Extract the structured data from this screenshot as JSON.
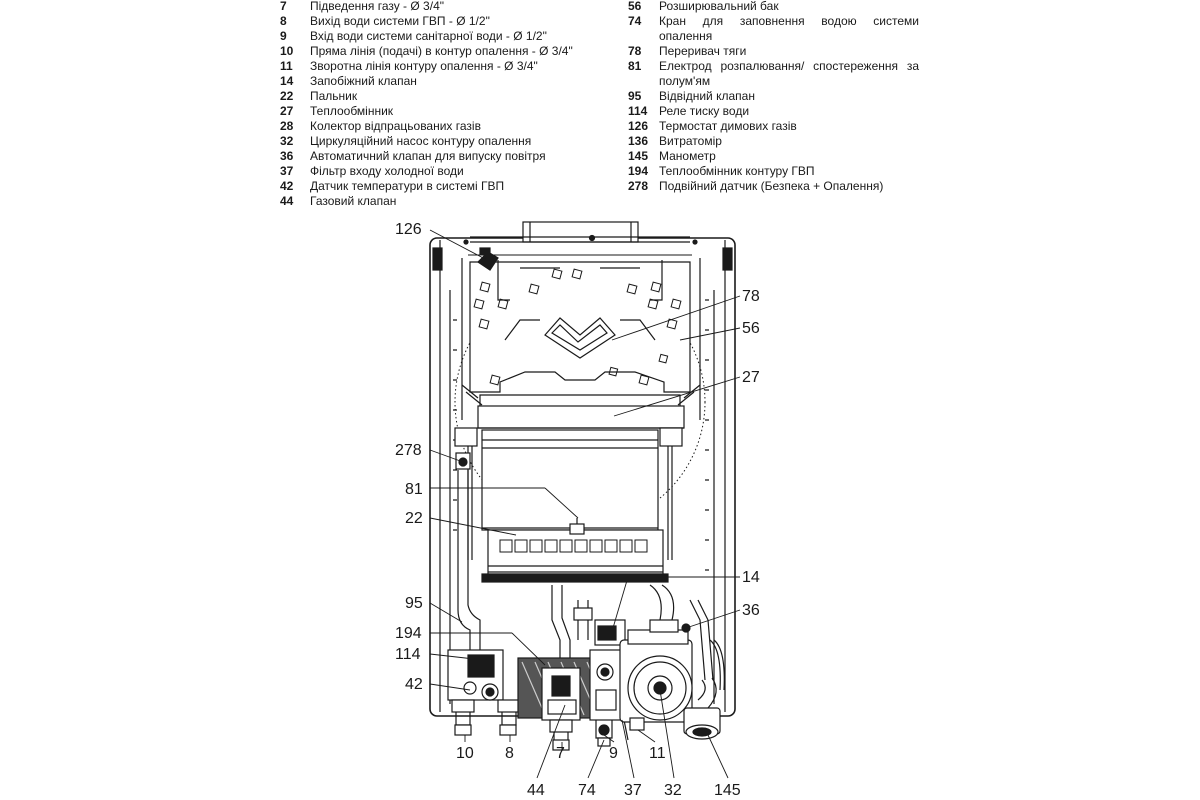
{
  "legend_left": [
    {
      "num": "7",
      "text": "Підведення газу - Ø 3/4\""
    },
    {
      "num": "8",
      "text": "Вихід води системи ГВП - Ø 1/2\""
    },
    {
      "num": "9",
      "text": "Вхід води системи санітарної води - Ø 1/2\""
    },
    {
      "num": "10",
      "text": "Пряма лінія (подачі) в контур опалення - Ø 3/4\""
    },
    {
      "num": "11",
      "text": "Зворотна лінія контуру опалення - Ø 3/4\""
    },
    {
      "num": "14",
      "text": "Запобіжний клапан"
    },
    {
      "num": "22",
      "text": "Пальник"
    },
    {
      "num": "27",
      "text": "Теплообмінник"
    },
    {
      "num": "28",
      "text": "Колектор відпрацьованих газів"
    },
    {
      "num": "32",
      "text": "Циркуляційний насос контуру опалення"
    },
    {
      "num": "36",
      "text": "Автоматичний клапан для випуску повітря"
    },
    {
      "num": "37",
      "text": "Фільтр входу холодної води"
    },
    {
      "num": "42",
      "text": "Датчик температури в системі ГВП"
    },
    {
      "num": "44",
      "text": "Газовий клапан"
    }
  ],
  "legend_right": [
    {
      "num": "56",
      "text": "Розширювальний бак"
    },
    {
      "num": "74",
      "text": "Кран для заповнення водою системи опалення"
    },
    {
      "num": "78",
      "text": "Переривач тяги"
    },
    {
      "num": "81",
      "text": "Електрод розпалювання/ спостереження за полум'ям"
    },
    {
      "num": "95",
      "text": "Відвідний клапан"
    },
    {
      "num": "114",
      "text": "Реле тиску води"
    },
    {
      "num": "126",
      "text": "Термостат димових газів"
    },
    {
      "num": "136",
      "text": "Витратомір"
    },
    {
      "num": "145",
      "text": "Манометр"
    },
    {
      "num": "194",
      "text": "Теплообмінник контуру ГВП"
    },
    {
      "num": "278",
      "text": "Подвійний датчик (Безпека + Опалення)"
    }
  ],
  "callouts": {
    "c126": "126",
    "c78": "78",
    "c56": "56",
    "c27": "27",
    "c278": "278",
    "c81": "81",
    "c22": "22",
    "c14": "14",
    "c95": "95",
    "c36": "36",
    "c194": "194",
    "c114": "114",
    "c42": "42",
    "c10": "10",
    "c8": "8",
    "c7": "7",
    "c9": "9",
    "c11": "11",
    "c44": "44",
    "c74": "74",
    "c37": "37",
    "c32": "32",
    "c145": "145"
  }
}
